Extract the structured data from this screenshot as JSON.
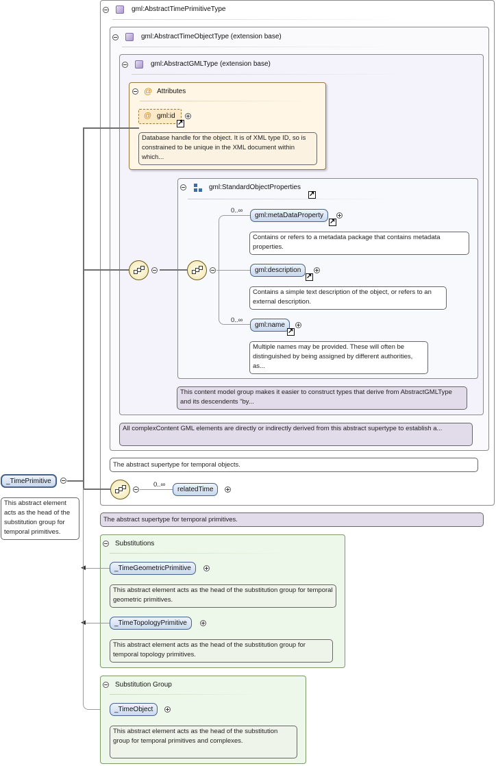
{
  "types": {
    "time_primitive_type": "gml:AbstractTimePrimitiveType",
    "time_object_type": "gml:AbstractTimeObjectType (extension base)",
    "gml_type": "gml:AbstractGMLType (extension base)"
  },
  "attributes": {
    "title": "Attributes",
    "id_label": "gml:id",
    "id_note": "Database handle for the object. It is of XML type ID, so is constrained to be unique in the XML document within which..."
  },
  "standard_object_properties": {
    "title": "gml:StandardObjectProperties",
    "items": [
      {
        "label": "gml:metaDataProperty",
        "occurs": "0..∞",
        "note": "Contains or refers to a metadata package that contains metadata properties."
      },
      {
        "label": "gml:description",
        "occurs": "",
        "note": "Contains a simple text description of the object, or refers to an external description."
      },
      {
        "label": "gml:name",
        "occurs": "0..∞",
        "note": "Multiple names may be provided. These will often be distinguished by being assigned by different authorities, as..."
      }
    ],
    "group_note": "This content model group makes it easier to construct types that derive from AbstractGMLType and its descendents \"by..."
  },
  "notes": {
    "gml_type": "All complexContent GML elements are directly or indirectly derived from this abstract supertype to establish a...",
    "time_object_type": "The abstract supertype for temporal objects.",
    "time_primitive_type": "The abstract supertype for temporal primitives."
  },
  "related_time": {
    "label": "relatedTime",
    "occurs": "0..∞"
  },
  "root": {
    "label": "_TimePrimitive",
    "note": "This abstract element acts as the head of the substitution group for temporal primitives."
  },
  "substitutions": {
    "title": "Substitutions",
    "items": [
      {
        "label": "_TimeGeometricPrimitive",
        "note": "This abstract element acts as the head of the substitution group for temporal geometric primitives."
      },
      {
        "label": "_TimeTopologyPrimitive",
        "note": "This abstract element acts as the head of the substitution group for temporal topology primitives."
      }
    ]
  },
  "substitution_group": {
    "title": "Substitution Group",
    "item": {
      "label": "_TimeObject",
      "note": "This abstract element acts as the head of the substitution group for temporal primitives and complexes."
    }
  },
  "colors": {
    "type_fill": "#f4f2fa",
    "type_border": "#8a8a8a",
    "attr_fill": "#fff5e6",
    "attr_border": "#9a7a3a",
    "element_fill": "#c9d8ee",
    "note_type": "#e4dcee",
    "note_group": "#eef4ea",
    "group_fill": "#eef8ea",
    "group_border": "#7a9a6a"
  },
  "icons": [
    "collapse-icon",
    "expand-icon",
    "type-icon",
    "attribute-icon",
    "group-icon",
    "sequence-compositor-icon",
    "link-arrow-icon",
    "arrow-left-icon"
  ]
}
